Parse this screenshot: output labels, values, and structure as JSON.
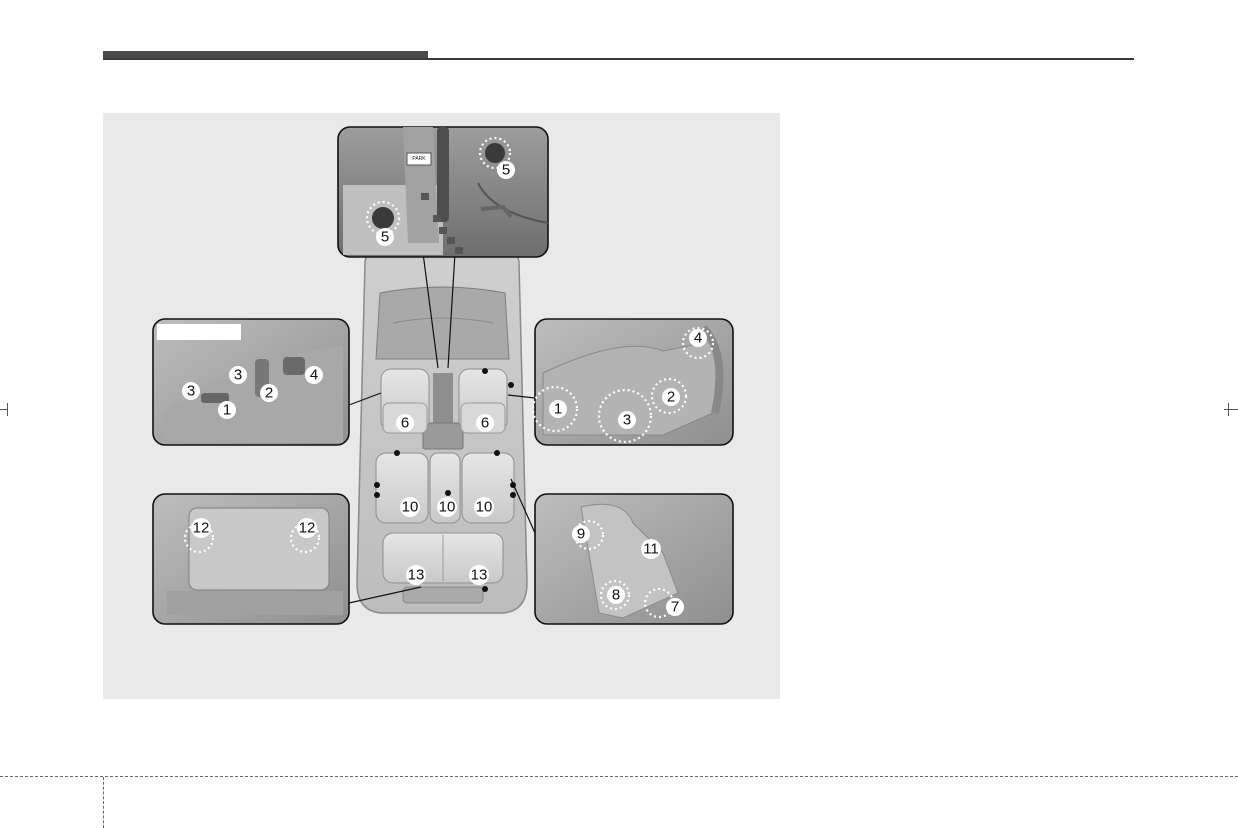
{
  "figure": {
    "shift_plate": "PARK",
    "callouts": {
      "c1": "1",
      "c2": "2",
      "c3": "3",
      "c4": "4",
      "c5": "5",
      "c6": "6",
      "c7": "7",
      "c8": "8",
      "c9": "9",
      "c10": "10",
      "c11": "11",
      "c12": "12",
      "c13": "13"
    }
  },
  "colors": {
    "panel_background": "#e9e9e9",
    "inset_frame": "#111111",
    "marker": "#ffffff"
  }
}
